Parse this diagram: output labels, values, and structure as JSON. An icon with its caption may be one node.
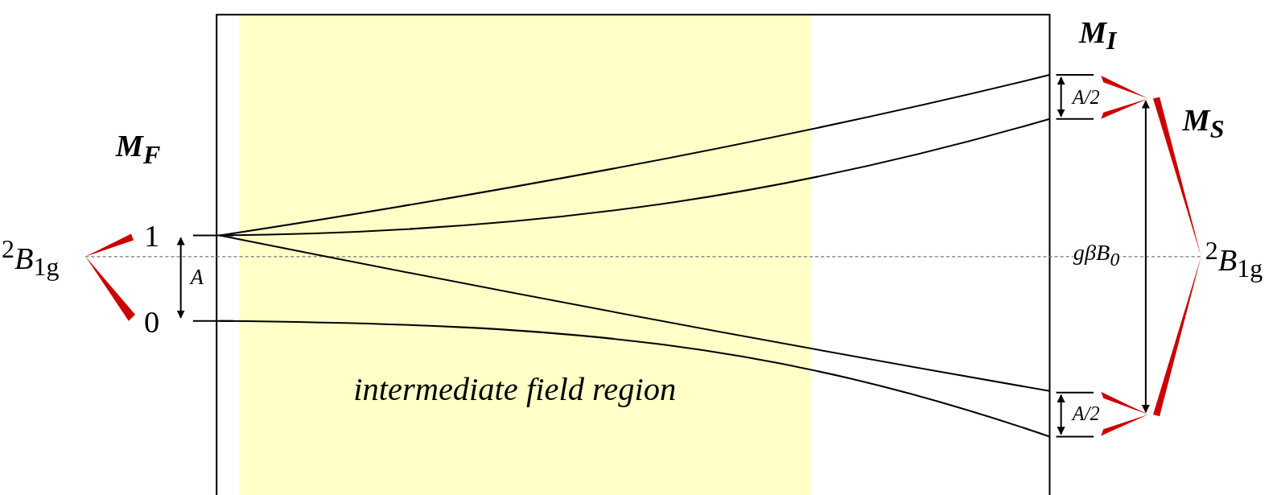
{
  "diagram": {
    "labels": [
      "M$_{I}$",
      "M$_{F}$",
      "M$_{S}$",
      "A/2",
      "1",
      "$^{2}$*B*$_{1g}$",
      "A",
      "gβB$_{0}$",
      "$^{2}$*B*$_{1g}$",
      "0",
      "intermediate field region",
      "A/2"
    ]
  }
}
